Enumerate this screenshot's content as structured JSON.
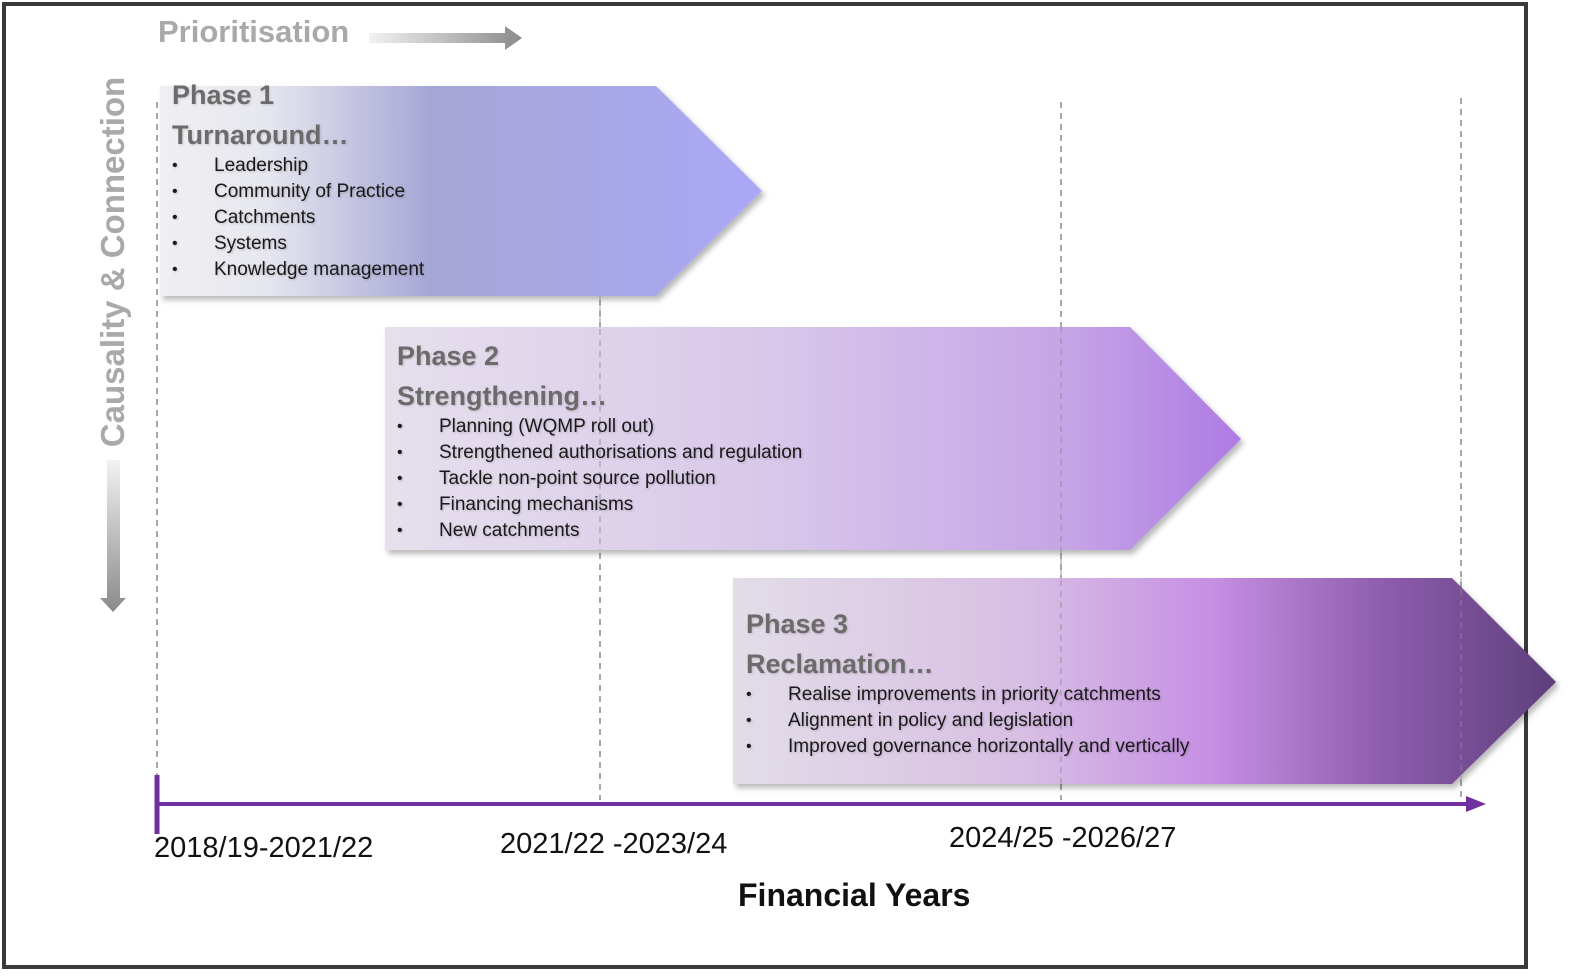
{
  "diagram": {
    "prioritisation_label": "Prioritisation",
    "causality_label": "Causality & Connection",
    "axis_title": "Financial Years",
    "periods": [
      "2018/19-2021/22",
      "2021/22 -2023/24",
      "2024/25 -2026/27"
    ],
    "phases": [
      {
        "title": "Phase 1",
        "subtitle": "Turnaround…",
        "items": [
          "Leadership",
          "Community of Practice",
          "Catchments",
          "Systems",
          "Knowledge management"
        ]
      },
      {
        "title": "Phase 2",
        "subtitle": "Strengthening…",
        "items": [
          "Planning (WQMP roll out)",
          "Strengthened authorisations and regulation",
          "Tackle non-point source pollution",
          "Financing mechanisms",
          "New catchments"
        ]
      },
      {
        "title": "Phase 3",
        "subtitle": "Reclamation…",
        "items": [
          "Realise improvements in priority catchments",
          "Alignment in policy and legislation",
          "Improved governance horizontally and vertically"
        ]
      }
    ],
    "colors": {
      "phase1": "#aaa8f6",
      "phase2": "#b27ee6",
      "phase3": "#5e3f7c",
      "axis": "#7030a0",
      "label_gray": "#a9a9a9"
    }
  }
}
